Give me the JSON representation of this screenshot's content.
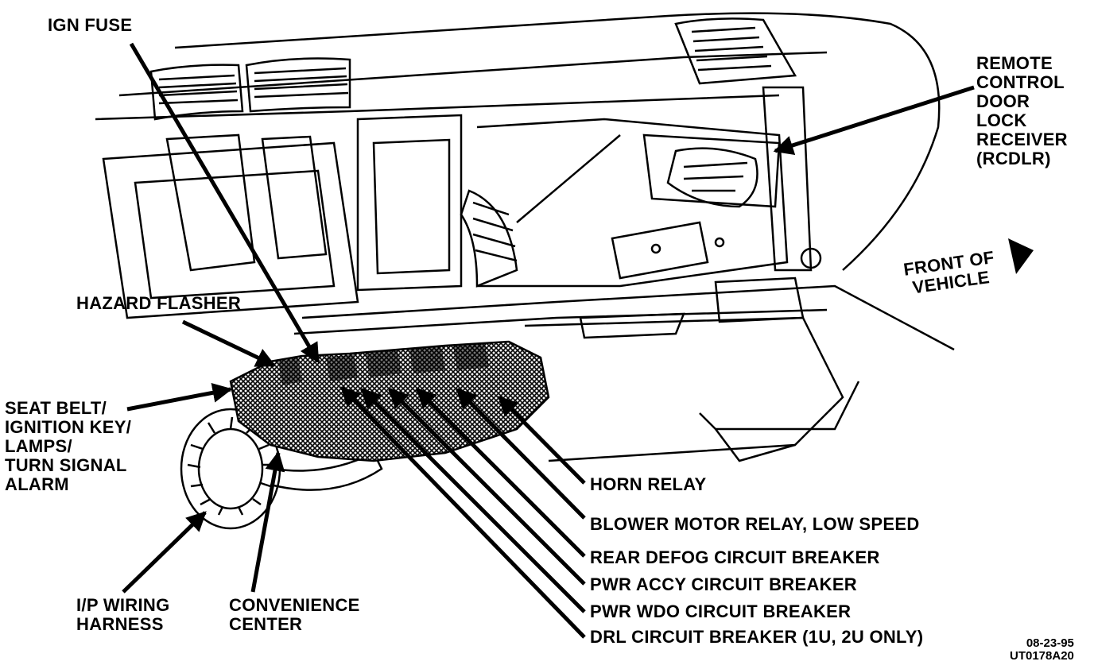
{
  "labels": {
    "ign_fuse": "IGN FUSE",
    "remote_control": [
      "REMOTE",
      "CONTROL",
      "DOOR",
      "LOCK",
      "RECEIVER",
      "(RCDLR)"
    ],
    "front_of_vehicle": [
      "FRONT OF",
      "VEHICLE"
    ],
    "hazard_flasher": "HAZARD FLASHER",
    "seat_belt": [
      "SEAT BELT/",
      "IGNITION KEY/",
      "LAMPS/",
      "TURN SIGNAL",
      "ALARM"
    ],
    "horn_relay": "HORN RELAY",
    "blower_motor_relay": "BLOWER MOTOR RELAY, LOW SPEED",
    "rear_defog": "REAR DEFOG CIRCUIT BREAKER",
    "pwr_accy": "PWR ACCY CIRCUIT BREAKER",
    "pwr_wdo": "PWR WDO CIRCUIT BREAKER",
    "drl": "DRL CIRCUIT BREAKER (1U, 2U ONLY)",
    "ip_wiring": [
      "I/P WIRING",
      "HARNESS"
    ],
    "convenience_center": [
      "CONVENIENCE",
      "CENTER"
    ],
    "date_code": [
      "08-23-95",
      "UT0178A20"
    ]
  },
  "colors": {
    "ink": "#000000",
    "paper": "#ffffff"
  }
}
